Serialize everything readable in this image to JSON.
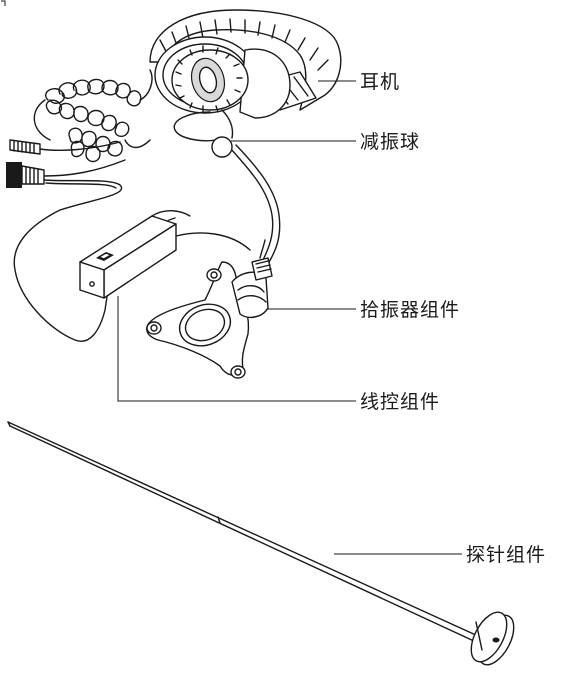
{
  "labels": {
    "headphones": "耳机",
    "damping_ball": "减振球",
    "pickup": "拾振器组件",
    "inline_control": "线控组件",
    "probe": "探针组件"
  },
  "colors": {
    "ink": "#1a1a1a",
    "background": "#ffffff",
    "shade": "#d9d9d9"
  }
}
